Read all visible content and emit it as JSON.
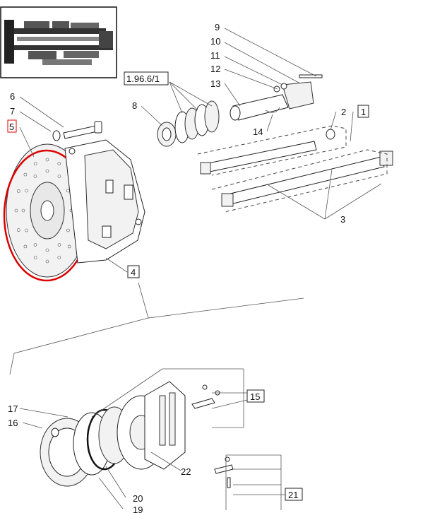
{
  "callouts": {
    "ref_group": "1.96.6/1",
    "n1": "1",
    "n2": "2",
    "n3": "3",
    "n4": "4",
    "n5": "5",
    "n6": "6",
    "n7": "7",
    "n8": "8",
    "n9": "9",
    "n10": "10",
    "n11": "11",
    "n12": "12",
    "n13": "13",
    "n14": "14",
    "n15": "15",
    "n16": "16",
    "n17": "17",
    "n19": "19",
    "n20": "20",
    "n21": "21",
    "n22": "22"
  },
  "colors": {
    "highlight": "#dd0000",
    "line": "#222222",
    "background": "#ffffff"
  },
  "icons": {
    "thumbnail": "transmission-section-thumbnail",
    "highlight_ring": "red-ellipse-highlight"
  }
}
